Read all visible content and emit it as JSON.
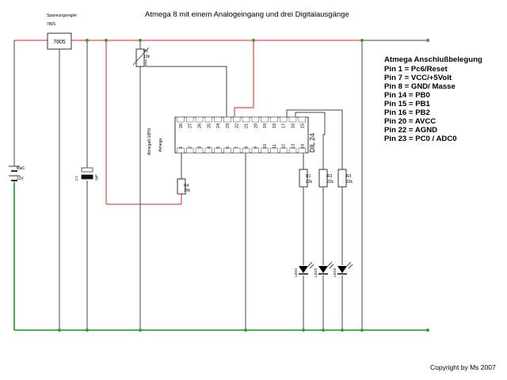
{
  "title": "Atmega 8 mit einem Analogeingang und drei Digitalausgänge",
  "copyright": "Copyright by Ms 2007",
  "regulator": {
    "heading": "Spannungsregler",
    "type": "7805",
    "label": "7805"
  },
  "battery": {
    "name": "Bat1",
    "voltage": "12V"
  },
  "capacitor": {
    "name": "C1",
    "value": "1µF"
  },
  "potentiometer": {
    "name": "P1",
    "value": "10k"
  },
  "chip": {
    "name": "Atmega8-16PU",
    "family": "Atmega",
    "package": "DIL 24",
    "top_pins": [
      "28",
      "27",
      "26",
      "25",
      "24",
      "23",
      "22",
      "21",
      "20",
      "19",
      "18",
      "17",
      "16",
      "15"
    ],
    "bottom_pins": [
      "1",
      "2",
      "3",
      "4",
      "5",
      "6",
      "7",
      "8",
      "9",
      "10",
      "11",
      "12",
      "13",
      "14"
    ]
  },
  "resistors": [
    {
      "name": "R4",
      "value": "10k"
    },
    {
      "name": "R1",
      "value": "22k"
    },
    {
      "name": "R2",
      "value": "22k"
    },
    {
      "name": "R3",
      "value": "22k"
    }
  ],
  "leds": [
    "LED1",
    "LED2",
    "LED3"
  ],
  "pinout": {
    "heading": "Atmega Anschlußbelegung",
    "lines": [
      "Pin  1  = Pc6/Reset",
      "Pin  7  = VCC/+5Volt",
      "Pin  8  = GND/ Masse",
      "Pin 14 = PB0",
      "Pin 15 = PB1",
      "Pin 16 = PB2",
      "Pin 20 = AVCC",
      "Pin 22 = AGND",
      "Pin 23 = PC0 / ADC0"
    ]
  }
}
